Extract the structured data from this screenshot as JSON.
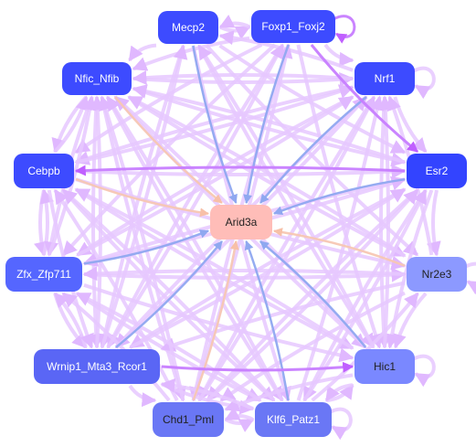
{
  "diagram": {
    "type": "gene-regulatory-network",
    "colors": {
      "background": "#ffffff",
      "edge_default": "#e6c8ff",
      "edge_strong": "#c77dff",
      "edge_blue": "#8fa8f0",
      "edge_peach": "#f7c7b3",
      "node_label_light": "#ffffff",
      "node_label_dark": "#222222"
    },
    "nodes": [
      {
        "id": "mecp2",
        "label": "Mecp2",
        "color": "#3d4bff"
      },
      {
        "id": "foxp1",
        "label": "Foxp1_Foxj2",
        "color": "#3d4bff"
      },
      {
        "id": "nfic",
        "label": "Nfic_Nfib",
        "color": "#3d4bff"
      },
      {
        "id": "nrf1",
        "label": "Nrf1",
        "color": "#3d4bff"
      },
      {
        "id": "cebpb",
        "label": "Cebpb",
        "color": "#3d4bff"
      },
      {
        "id": "esr2",
        "label": "Esr2",
        "color": "#3344ff"
      },
      {
        "id": "arid3a",
        "label": "Arid3a",
        "color": "#ffbdb8",
        "text_dark": true
      },
      {
        "id": "zfx",
        "label": "Zfx_Zfp711",
        "color": "#5566ff"
      },
      {
        "id": "nr2e3",
        "label": "Nr2e3",
        "color": "#8c99ff",
        "text_dark": true
      },
      {
        "id": "wrnip1",
        "label": "Wrnip1_Mta3_Rcor1",
        "color": "#5a66f5"
      },
      {
        "id": "hic1",
        "label": "Hic1",
        "color": "#7a88ff",
        "text_dark": true
      },
      {
        "id": "chd1",
        "label": "Chd1_Pml",
        "color": "#6a77f5",
        "text_dark": true
      },
      {
        "id": "klf6",
        "label": "Klf6_Patz1",
        "color": "#6a77f5"
      }
    ],
    "edges": [
      {
        "from": "mecp2",
        "to": "arid3a",
        "kind": "blue"
      },
      {
        "from": "foxp1",
        "to": "arid3a",
        "kind": "blue"
      },
      {
        "from": "nfic",
        "to": "arid3a",
        "kind": "peach"
      },
      {
        "from": "nrf1",
        "to": "arid3a",
        "kind": "blue"
      },
      {
        "from": "cebpb",
        "to": "arid3a",
        "kind": "peach"
      },
      {
        "from": "esr2",
        "to": "arid3a",
        "kind": "blue"
      },
      {
        "from": "zfx",
        "to": "arid3a",
        "kind": "blue"
      },
      {
        "from": "nr2e3",
        "to": "arid3a",
        "kind": "peach"
      },
      {
        "from": "wrnip1",
        "to": "arid3a",
        "kind": "blue"
      },
      {
        "from": "hic1",
        "to": "arid3a",
        "kind": "blue"
      },
      {
        "from": "chd1",
        "to": "arid3a",
        "kind": "peach"
      },
      {
        "from": "klf6",
        "to": "arid3a",
        "kind": "blue"
      },
      {
        "from": "foxp1",
        "to": "esr2",
        "kind": "strong"
      },
      {
        "from": "esr2",
        "to": "cebpb",
        "kind": "strong"
      },
      {
        "from": "wrnip1",
        "to": "hic1",
        "kind": "strong"
      },
      {
        "from": "mecp2",
        "to": "foxp1",
        "kind": "default"
      },
      {
        "from": "foxp1",
        "to": "mecp2",
        "kind": "default"
      },
      {
        "from": "mecp2",
        "to": "nfic",
        "kind": "default"
      },
      {
        "from": "foxp1",
        "to": "nrf1",
        "kind": "default"
      },
      {
        "from": "nfic",
        "to": "cebpb",
        "kind": "default"
      },
      {
        "from": "cebpb",
        "to": "nfic",
        "kind": "default"
      },
      {
        "from": "nrf1",
        "to": "esr2",
        "kind": "default"
      },
      {
        "from": "cebpb",
        "to": "zfx",
        "kind": "default"
      },
      {
        "from": "zfx",
        "to": "cebpb",
        "kind": "default"
      },
      {
        "from": "esr2",
        "to": "nr2e3",
        "kind": "default"
      },
      {
        "from": "zfx",
        "to": "wrnip1",
        "kind": "default"
      },
      {
        "from": "wrnip1",
        "to": "zfx",
        "kind": "default"
      },
      {
        "from": "nr2e3",
        "to": "hic1",
        "kind": "default"
      },
      {
        "from": "wrnip1",
        "to": "chd1",
        "kind": "default"
      },
      {
        "from": "chd1",
        "to": "klf6",
        "kind": "default"
      },
      {
        "from": "klf6",
        "to": "chd1",
        "kind": "default"
      },
      {
        "from": "klf6",
        "to": "hic1",
        "kind": "default"
      },
      {
        "from": "hic1",
        "to": "klf6",
        "kind": "default"
      },
      {
        "from": "mecp2",
        "to": "hic1",
        "kind": "default"
      },
      {
        "from": "mecp2",
        "to": "klf6",
        "kind": "default"
      },
      {
        "from": "mecp2",
        "to": "wrnip1",
        "kind": "default"
      },
      {
        "from": "mecp2",
        "to": "nr2e3",
        "kind": "default"
      },
      {
        "from": "mecp2",
        "to": "esr2",
        "kind": "default"
      },
      {
        "from": "foxp1",
        "to": "nfic",
        "kind": "default"
      },
      {
        "from": "foxp1",
        "to": "cebpb",
        "kind": "default"
      },
      {
        "from": "foxp1",
        "to": "wrnip1",
        "kind": "default"
      },
      {
        "from": "foxp1",
        "to": "chd1",
        "kind": "default"
      },
      {
        "from": "foxp1",
        "to": "hic1",
        "kind": "default"
      },
      {
        "from": "foxp1",
        "to": "zfx",
        "kind": "default"
      },
      {
        "from": "nfic",
        "to": "nrf1",
        "kind": "default"
      },
      {
        "from": "nfic",
        "to": "esr2",
        "kind": "default"
      },
      {
        "from": "nfic",
        "to": "hic1",
        "kind": "default"
      },
      {
        "from": "nfic",
        "to": "klf6",
        "kind": "default"
      },
      {
        "from": "nfic",
        "to": "chd1",
        "kind": "default"
      },
      {
        "from": "nfic",
        "to": "wrnip1",
        "kind": "default"
      },
      {
        "from": "nfic",
        "to": "nr2e3",
        "kind": "default"
      },
      {
        "from": "nfic",
        "to": "zfx",
        "kind": "default"
      },
      {
        "from": "nrf1",
        "to": "cebpb",
        "kind": "default"
      },
      {
        "from": "nrf1",
        "to": "zfx",
        "kind": "default"
      },
      {
        "from": "nrf1",
        "to": "wrnip1",
        "kind": "default"
      },
      {
        "from": "nrf1",
        "to": "chd1",
        "kind": "default"
      },
      {
        "from": "nrf1",
        "to": "hic1",
        "kind": "default"
      },
      {
        "from": "nrf1",
        "to": "nfic",
        "kind": "default"
      },
      {
        "from": "nrf1",
        "to": "mecp2",
        "kind": "default"
      },
      {
        "from": "cebpb",
        "to": "esr2",
        "kind": "default"
      },
      {
        "from": "cebpb",
        "to": "nr2e3",
        "kind": "default"
      },
      {
        "from": "cebpb",
        "to": "hic1",
        "kind": "default"
      },
      {
        "from": "cebpb",
        "to": "klf6",
        "kind": "default"
      },
      {
        "from": "cebpb",
        "to": "wrnip1",
        "kind": "default"
      },
      {
        "from": "cebpb",
        "to": "nrf1",
        "kind": "default"
      },
      {
        "from": "esr2",
        "to": "zfx",
        "kind": "default"
      },
      {
        "from": "esr2",
        "to": "wrnip1",
        "kind": "default"
      },
      {
        "from": "esr2",
        "to": "chd1",
        "kind": "default"
      },
      {
        "from": "esr2",
        "to": "klf6",
        "kind": "default"
      },
      {
        "from": "esr2",
        "to": "nfic",
        "kind": "default"
      },
      {
        "from": "esr2",
        "to": "hic1",
        "kind": "default"
      },
      {
        "from": "zfx",
        "to": "nrf1",
        "kind": "default"
      },
      {
        "from": "zfx",
        "to": "nr2e3",
        "kind": "default"
      },
      {
        "from": "zfx",
        "to": "hic1",
        "kind": "default"
      },
      {
        "from": "zfx",
        "to": "klf6",
        "kind": "default"
      },
      {
        "from": "zfx",
        "to": "nfic",
        "kind": "default"
      },
      {
        "from": "zfx",
        "to": "esr2",
        "kind": "default"
      },
      {
        "from": "nr2e3",
        "to": "wrnip1",
        "kind": "default"
      },
      {
        "from": "nr2e3",
        "to": "chd1",
        "kind": "default"
      },
      {
        "from": "nr2e3",
        "to": "nfic",
        "kind": "default"
      },
      {
        "from": "nr2e3",
        "to": "zfx",
        "kind": "default"
      },
      {
        "from": "nr2e3",
        "to": "nrf1",
        "kind": "default"
      },
      {
        "from": "wrnip1",
        "to": "nrf1",
        "kind": "default"
      },
      {
        "from": "wrnip1",
        "to": "esr2",
        "kind": "default"
      },
      {
        "from": "wrnip1",
        "to": "klf6",
        "kind": "default"
      },
      {
        "from": "wrnip1",
        "to": "nfic",
        "kind": "default"
      },
      {
        "from": "wrnip1",
        "to": "foxp1",
        "kind": "default"
      },
      {
        "from": "wrnip1",
        "to": "mecp2",
        "kind": "default"
      },
      {
        "from": "hic1",
        "to": "nfic",
        "kind": "default"
      },
      {
        "from": "hic1",
        "to": "cebpb",
        "kind": "default"
      },
      {
        "from": "hic1",
        "to": "mecp2",
        "kind": "default"
      },
      {
        "from": "hic1",
        "to": "nrf1",
        "kind": "default"
      },
      {
        "from": "hic1",
        "to": "chd1",
        "kind": "default"
      },
      {
        "from": "chd1",
        "to": "nfic",
        "kind": "default"
      },
      {
        "from": "chd1",
        "to": "nrf1",
        "kind": "default"
      },
      {
        "from": "chd1",
        "to": "esr2",
        "kind": "default"
      },
      {
        "from": "chd1",
        "to": "zfx",
        "kind": "default"
      },
      {
        "from": "chd1",
        "to": "cebpb",
        "kind": "default"
      },
      {
        "from": "chd1",
        "to": "foxp1",
        "kind": "default"
      },
      {
        "from": "klf6",
        "to": "nfic",
        "kind": "default"
      },
      {
        "from": "klf6",
        "to": "nrf1",
        "kind": "default"
      },
      {
        "from": "klf6",
        "to": "cebpb",
        "kind": "default"
      },
      {
        "from": "klf6",
        "to": "esr2",
        "kind": "default"
      },
      {
        "from": "klf6",
        "to": "wrnip1",
        "kind": "default"
      },
      {
        "from": "klf6",
        "to": "zfx",
        "kind": "default"
      },
      {
        "from": "klf6",
        "to": "nr2e3",
        "kind": "default"
      }
    ],
    "self_loops": [
      {
        "node": "foxp1",
        "kind": "strong"
      },
      {
        "node": "nrf1",
        "kind": "default"
      },
      {
        "node": "nr2e3",
        "kind": "default"
      },
      {
        "node": "hic1",
        "kind": "default"
      },
      {
        "node": "klf6",
        "kind": "default"
      }
    ]
  }
}
